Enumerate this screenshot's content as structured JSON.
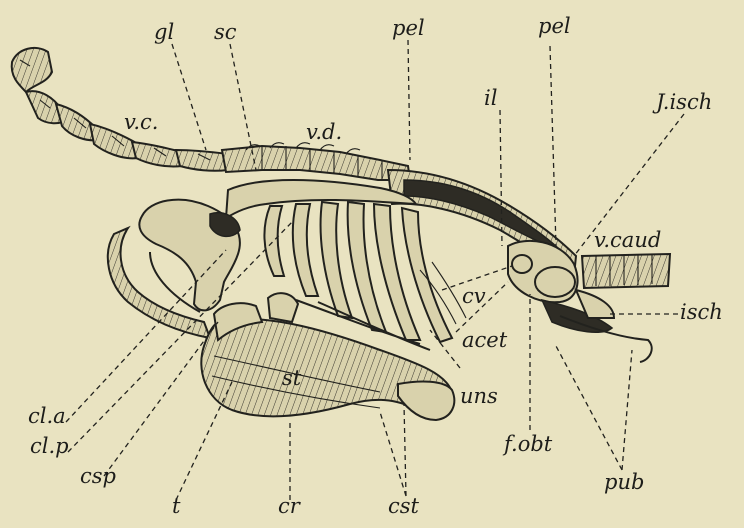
{
  "labels": {
    "gl": "gl",
    "sc": "sc",
    "pel_1": "pel",
    "pel_2": "pel",
    "il": "il",
    "j_isch": "J.isch",
    "v_c": "v.c.",
    "v_d": "v.d.",
    "v_caud": "v.caud",
    "cv": "cv",
    "acet": "acet",
    "isch": "isch",
    "uns": "uns",
    "cl_a": "cl.a",
    "cl_p": "cl.p",
    "csp": "csp",
    "st": "st",
    "f_obt": "f.obt",
    "pub": "pub",
    "t": "t",
    "cr": "cr",
    "cst": "cst"
  }
}
